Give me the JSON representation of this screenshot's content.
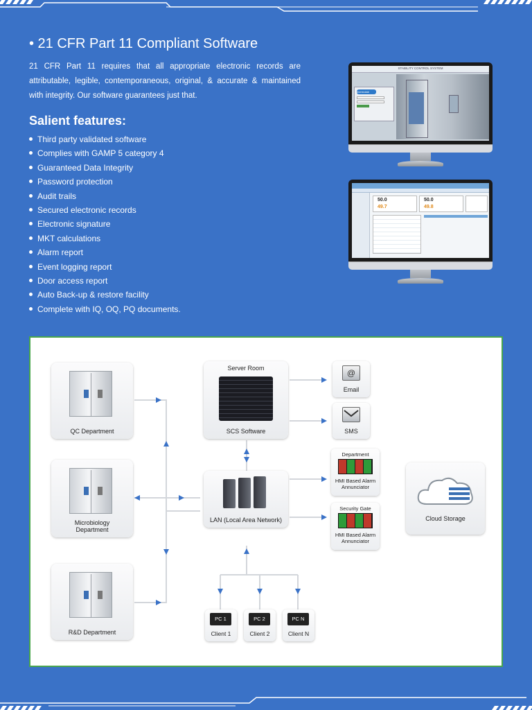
{
  "heading": "• 21 CFR Part 11 Compliant Software",
  "intro": "21 CFR Part 11 requires that all appropriate electronic records are attributable, legible, contemporaneous, original, & accurate & maintained with integrity. Our software guarantees just that.",
  "salient_title": "Salient features:",
  "features": [
    "Third party validated software",
    "Complies with GAMP 5 category 4",
    "Guaranteed Data Integrity",
    "Password protection",
    "Audit trails",
    "Secured electronic records",
    "Electronic signature",
    "MKT calculations",
    "Alarm report",
    "Event logging report",
    "Door access report",
    "Auto Back-up & restore facility",
    "Complete with IQ, OQ, PQ documents."
  ],
  "monitor1": {
    "title": "STABILITY CONTROL SYSTEM",
    "logo": "thermolab"
  },
  "monitor2": {
    "value1": "50.0",
    "value2": "49.7",
    "value3": "50.0",
    "value4": "49.8"
  },
  "diagram": {
    "qc": "QC Department",
    "micro": "Microbiology Department",
    "rd": "R&D Department",
    "server_title": "Server Room",
    "server_label": "SCS Software",
    "lan": "LAN (Local Area Network)",
    "email": "Email",
    "sms": "SMS",
    "dept_title": "Department",
    "dept_label": "HMI Based Alarm Annunciator",
    "gate_title": "Security Gate",
    "gate_label": "HMI Based Alarm Annunciator",
    "cloud": "Cloud Storage",
    "clients": [
      {
        "screen": "PC 1",
        "label": "Client 1"
      },
      {
        "screen": "PC 2",
        "label": "Client 2"
      },
      {
        "screen": "PC N",
        "label": "Client N"
      }
    ]
  },
  "colors": {
    "background": "#3a72c7",
    "accent_border": "#49a64b",
    "arrow": "#3a72c7"
  }
}
